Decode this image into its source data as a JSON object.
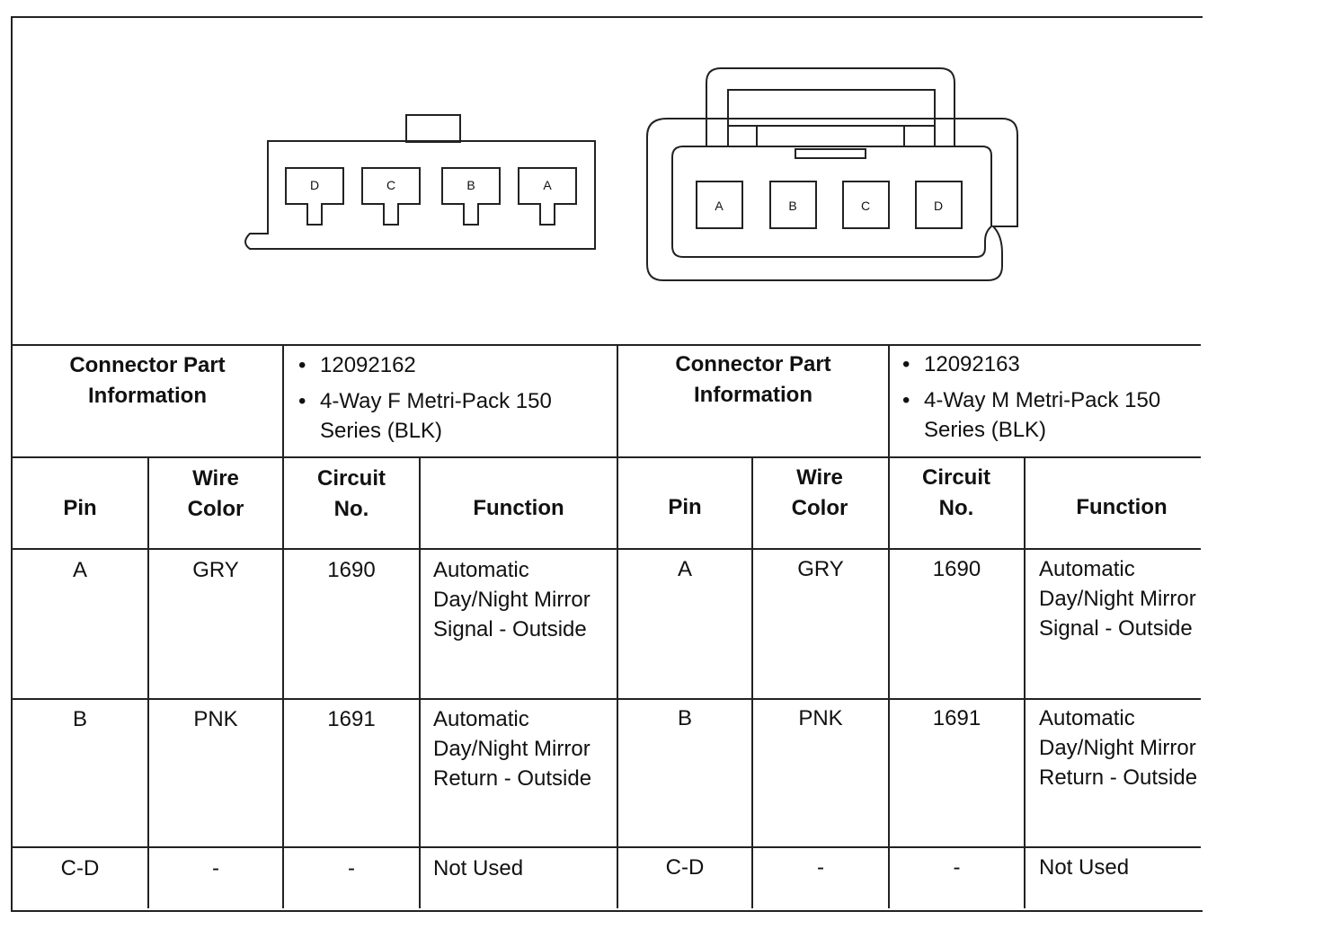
{
  "left_connector": {
    "pins": [
      "D",
      "C",
      "B",
      "A"
    ],
    "info_label": "Connector Part Information",
    "part_number": "12092162",
    "description": "4-Way F Metri-Pack 150 Series (BLK)"
  },
  "right_connector": {
    "pins": [
      "A",
      "B",
      "C",
      "D"
    ],
    "info_label": "Connector Part Information",
    "part_number": "12092163",
    "description": "4-Way M Metri-Pack 150 Series (BLK)"
  },
  "columns": [
    "Pin",
    "Wire Color",
    "Circuit No.",
    "Function"
  ],
  "rows": [
    {
      "pin": "A",
      "wire_color": "GRY",
      "circuit": "1690",
      "function": "Automatic Day/Night Mirror Signal - Outside"
    },
    {
      "pin": "B",
      "wire_color": "PNK",
      "circuit": "1691",
      "function": "Automatic Day/Night Mirror Return - Outside"
    },
    {
      "pin": "C-D",
      "wire_color": "-",
      "circuit": "-",
      "function": "Not Used"
    }
  ]
}
